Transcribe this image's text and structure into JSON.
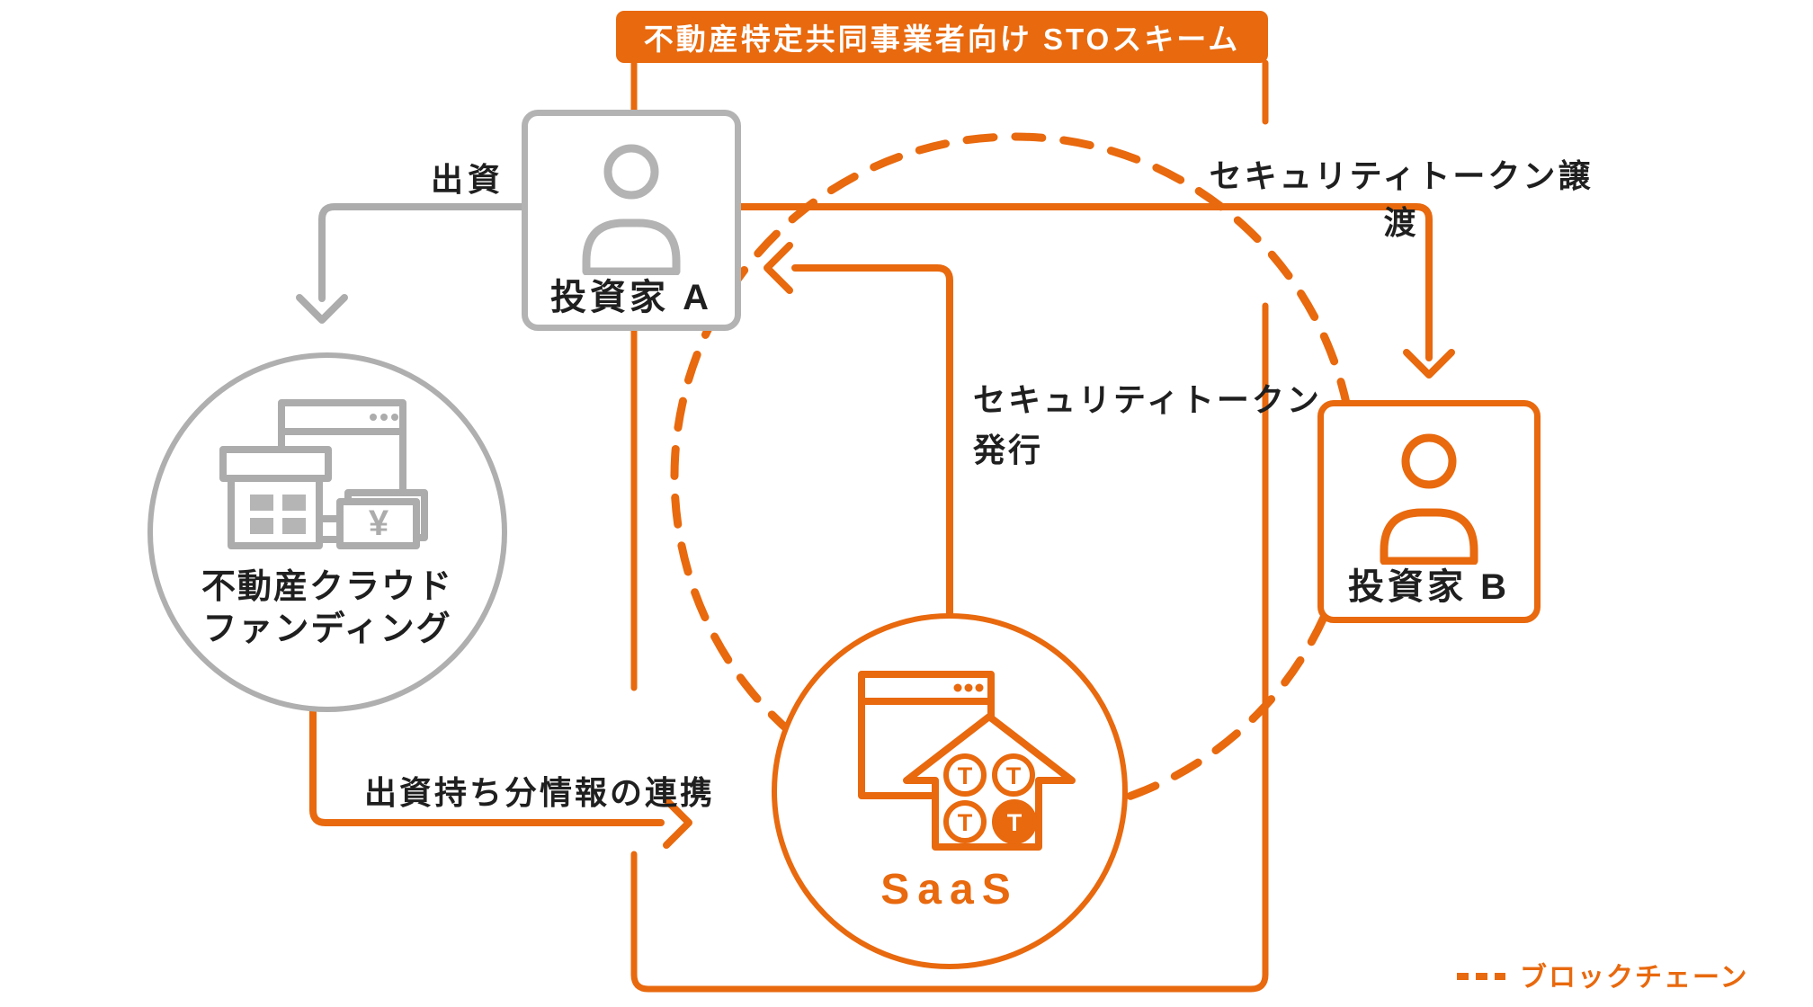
{
  "diagram": {
    "title": "不動産特定共同事業者向け STOスキーム",
    "nodes": {
      "investor_a": {
        "label": "投資家 A"
      },
      "investor_b": {
        "label": "投資家 B"
      },
      "crowdfunding": {
        "label_line1": "不動産クラウド",
        "label_line2": "ファンディング",
        "yen_symbol": "¥"
      },
      "saas": {
        "label": "SaaS",
        "token_letter": "T"
      }
    },
    "edges": {
      "investment": {
        "label": "出資"
      },
      "token_transfer": {
        "label": "セキュリティトークン譲渡"
      },
      "token_issuance": {
        "label_line1": "セキュリティトークン",
        "label_line2": "発行"
      },
      "share_info_link": {
        "label": "出資持ち分情報の連携"
      }
    },
    "legend": {
      "blockchain_label": "ブロックチェーン"
    },
    "colors": {
      "accent": "#E8690E",
      "gray": "#ACACAC",
      "text": "#1F1F1F"
    }
  }
}
